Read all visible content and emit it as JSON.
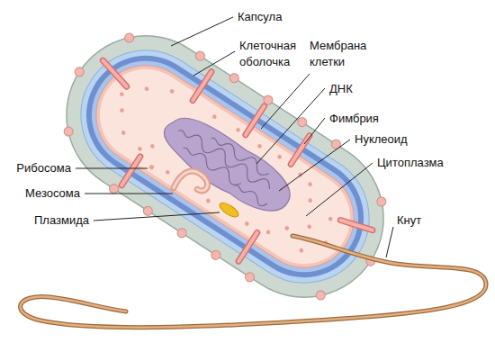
{
  "diagram": {
    "labels": [
      "Капсула",
      "Клеточная оболочка",
      "Мембрана клетки",
      "ДНК",
      "Фимбрия",
      "Нуклеоид",
      "Цитоплазма",
      "Рибосома",
      "Мезосома",
      "Плазмида",
      "Кнут"
    ]
  }
}
